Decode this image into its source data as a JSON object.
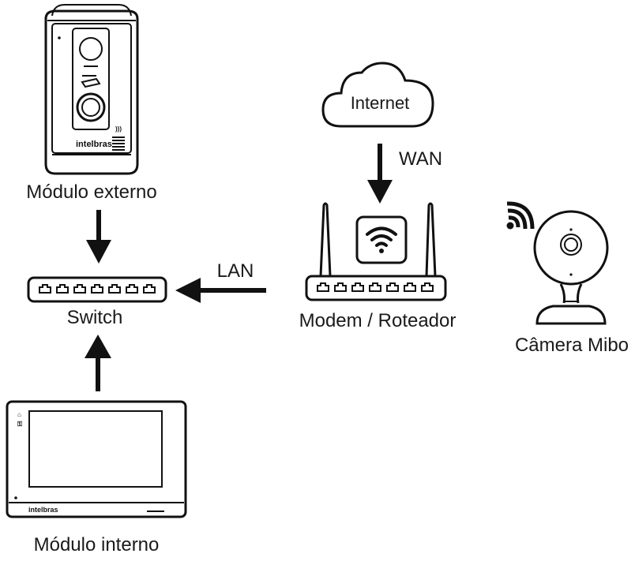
{
  "labels": {
    "external_module": "Módulo externo",
    "switch": "Switch",
    "internal_module": "Módulo interno",
    "internet": "Internet",
    "wan": "WAN",
    "lan": "LAN",
    "router": "Modem / Roteador",
    "camera": "Câmera Mibo"
  },
  "brand": "intelbras",
  "colors": {
    "line": "#111111",
    "background": "#ffffff"
  },
  "icons": {
    "cloud": "cloud-icon",
    "wifi": "wifi-icon",
    "ports": "ethernet-port-icon"
  }
}
